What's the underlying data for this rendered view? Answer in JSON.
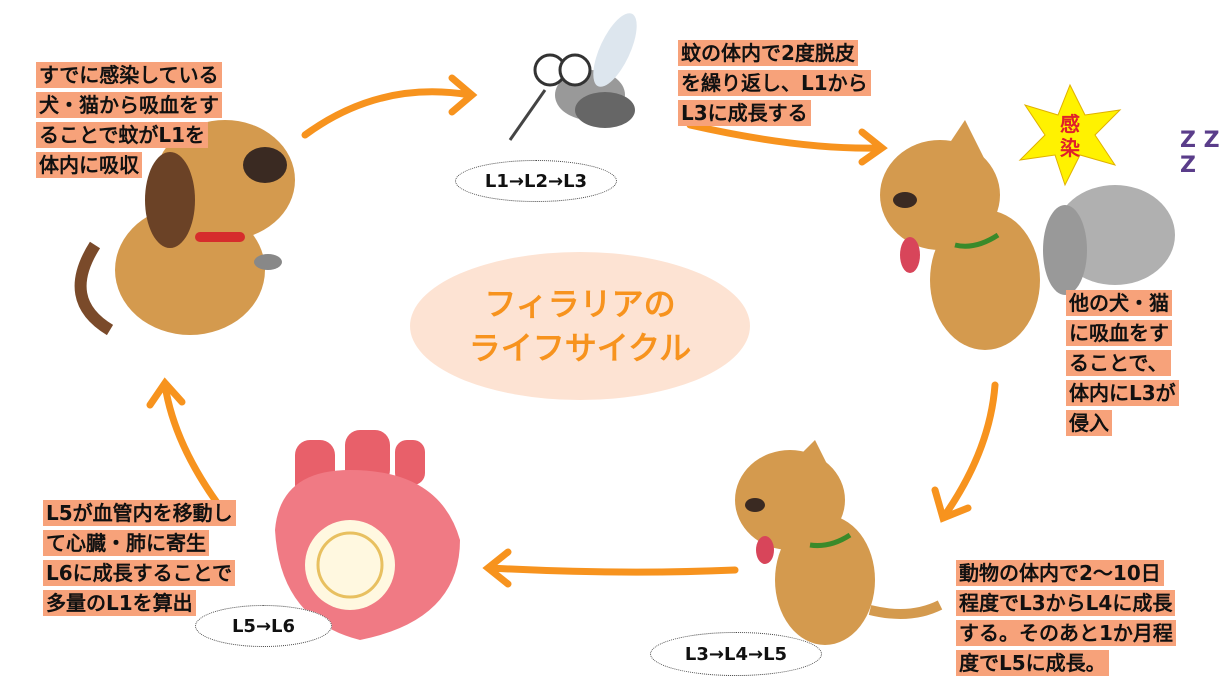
{
  "title": [
    "フィラリアの",
    "ライフサイクル"
  ],
  "steps": {
    "top_left": [
      "すでに感染している",
      "犬・猫から吸血をす",
      "ることで蚊がL1を",
      "体内に吸収"
    ],
    "top_right": [
      "蚊の体内で2度脱皮",
      "を繰り返し、L1から",
      "L3に成長する"
    ],
    "right": [
      "他の犬・猫",
      "に吸血をす",
      "ることで、",
      "体内にL3が",
      "侵入"
    ],
    "bottom_right": [
      "動物の体内で2～10日",
      "程度でL3からL4に成長",
      "する。そのあと1か月程",
      "度でL5に成長。"
    ],
    "bottom_left": [
      "L5が血管内を移動し",
      "て心臓・肺に寄生",
      "L6に成長することで",
      "多量のL1を算出"
    ]
  },
  "bubbles": {
    "mosquito": "L1→L2→L3",
    "heart": "L5→L6",
    "dog": "L3→L4→L5"
  },
  "badge": [
    "感",
    "染"
  ],
  "sleep": "Z Z Z",
  "colors": {
    "arrow": "#f7931e",
    "highlight": "#f7a27a",
    "center": "#fde3d3",
    "dog": "#d49a4e"
  }
}
